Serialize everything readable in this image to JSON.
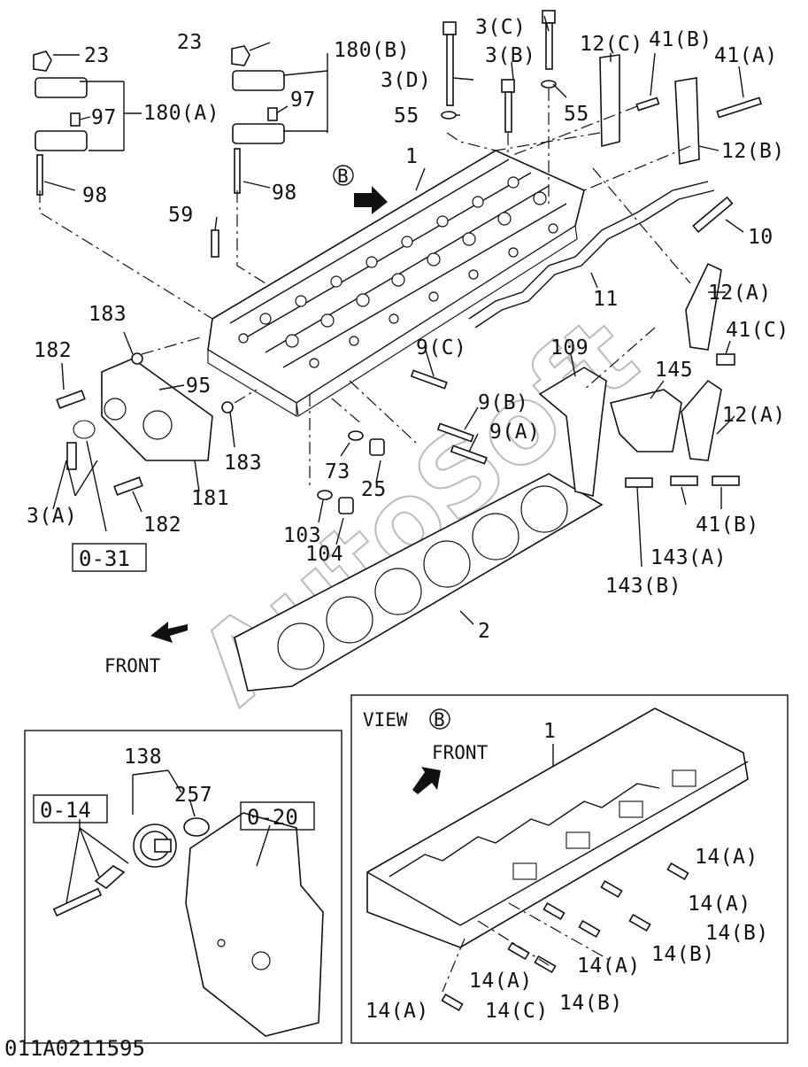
{
  "parts": {
    "p23_left": "23",
    "p23_right": "23",
    "p180a": "180(A)",
    "p180b": "180(B)",
    "p97_left": "97",
    "p97_right": "97",
    "p98_left": "98",
    "p98_right": "98",
    "p3c": "3(C)",
    "p3b": "3(B)",
    "p3d": "3(D)",
    "p12c": "12(C)",
    "p41b_top": "41(B)",
    "p41a": "41(A)",
    "p55_left": "55",
    "p55_right": "55",
    "p12b": "12(B)",
    "p1": "1",
    "p59": "59",
    "p10": "10",
    "p11": "11",
    "p12a_top": "12(A)",
    "p183_top": "183",
    "p182_top": "182",
    "p9c": "9(C)",
    "p109": "109",
    "p41c": "41(C)",
    "p95": "95",
    "p145": "145",
    "p12a_mid": "12(A)",
    "p9b": "9(B)",
    "p9a": "9(A)",
    "p183_bot": "183",
    "p73": "73",
    "p25": "25",
    "p181": "181",
    "p3a": "3(A)",
    "p182_bot": "182",
    "p103": "103",
    "p104": "104",
    "p143a": "143(A)",
    "p41b_bot": "41(B)",
    "p143b": "143(B)",
    "p2": "2",
    "p138": "138",
    "p257": "257",
    "p14a_1": "14(A)",
    "p14a_2": "14(A)",
    "p14b_1": "14(B)",
    "p14b_2": "14(B)",
    "p14a_3": "14(A)",
    "p14a_4": "14(A)",
    "p14b_3": "14(B)",
    "p14a_5": "14(A)",
    "p14c": "14(C)",
    "p1_view": "1"
  },
  "refs": {
    "ref_031": "0-31",
    "ref_014": "0-14",
    "ref_020": "0-20"
  },
  "view_marker": "B",
  "view_title": "VIEW",
  "front_main": "FRONT",
  "front_view": "FRONT",
  "drawing_code": "011A0211595",
  "watermark": "AutoSoft"
}
